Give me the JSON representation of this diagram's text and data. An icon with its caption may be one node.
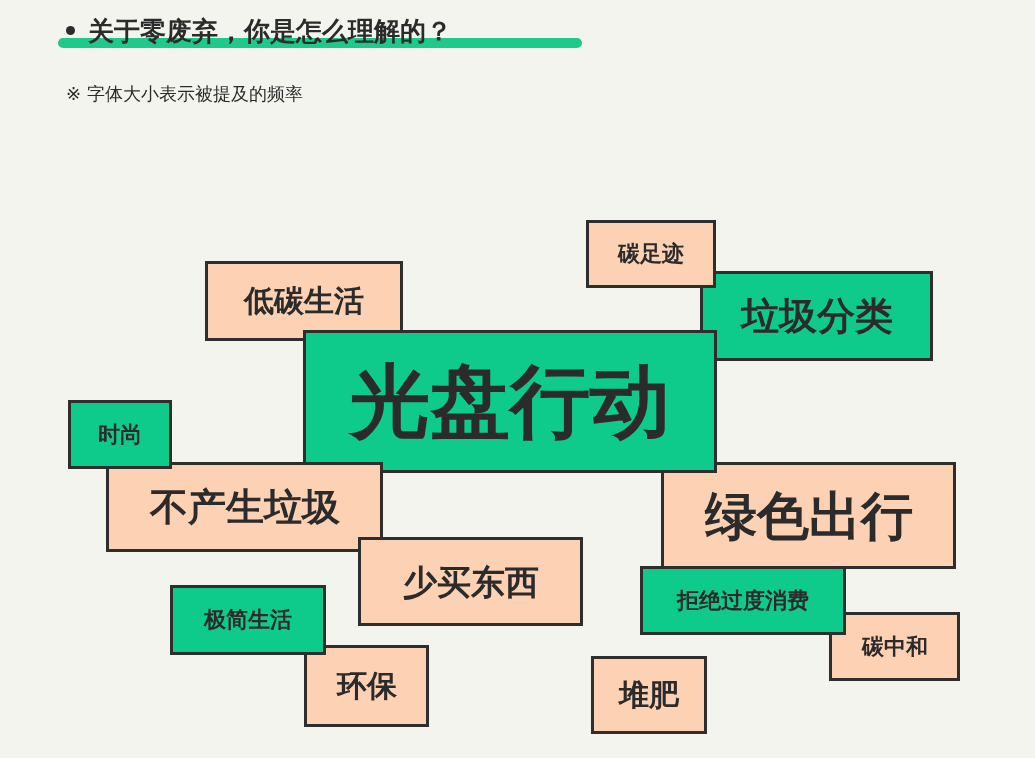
{
  "diagram": {
    "title": "关于零废弃，你是怎么理解的？",
    "nodes": [
      {
        "text": [
          "碳足迹"
        ]
      },
      {
        "text": [
          "低碳生活"
        ]
      },
      {
        "text": [
          "垃圾分类"
        ]
      },
      {
        "text": [
          "光盘行动"
        ]
      },
      {
        "text": [
          "时尚"
        ]
      },
      {
        "text": [
          "不产生垃圾"
        ]
      },
      {
        "text": [
          "绿色出行"
        ]
      },
      {
        "text": [
          "少买东西"
        ]
      },
      {
        "text": [
          "极简生活"
        ]
      },
      {
        "text": [
          "拒绝过度消费"
        ]
      },
      {
        "text": [
          "碳中和"
        ]
      },
      {
        "text": [
          "环保"
        ]
      },
      {
        "text": [
          "堆肥"
        ]
      }
    ],
    "labels": [
      "※ 字体大小表示被提及的频率"
    ]
  }
}
